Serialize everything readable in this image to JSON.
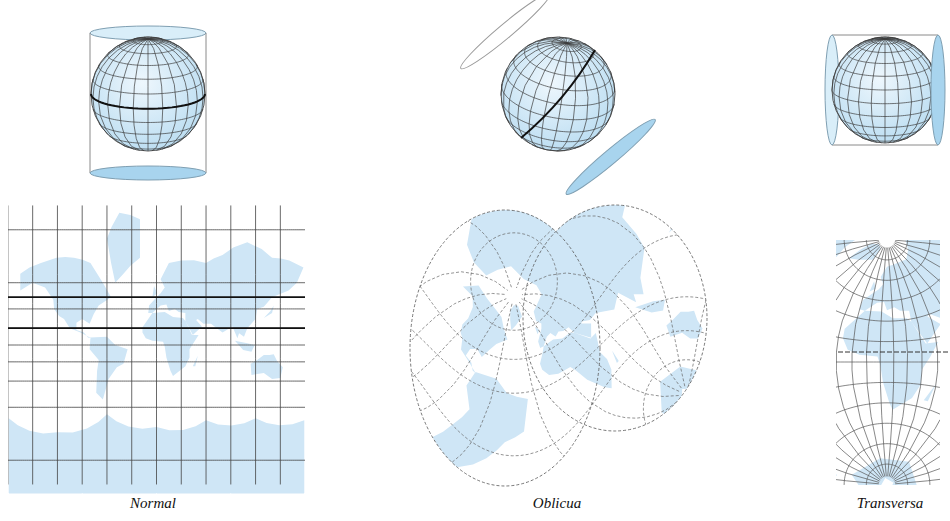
{
  "diagram": {
    "labels": [
      "Normal",
      "Oblicua",
      "Transversa"
    ]
  }
}
